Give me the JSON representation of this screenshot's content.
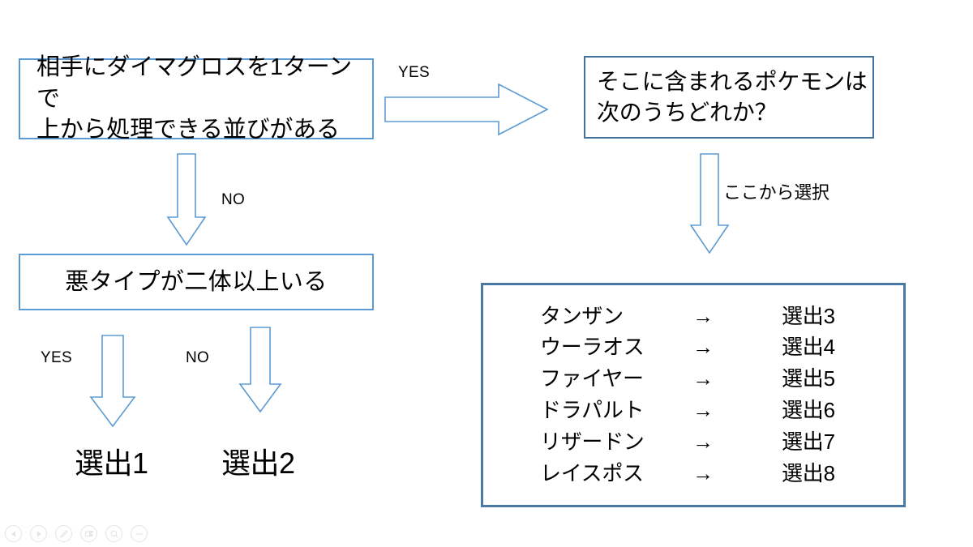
{
  "slide": {
    "background_color": "#FFFFFF",
    "accent_border_color": "#5B9BD5",
    "dark_border_color": "#41719C",
    "text_color": "#000000"
  },
  "nodes": {
    "condition_1": "相手にダイマグロスを1ターンで\n上から処理できる並びがある",
    "question": "そこに含まれるポケモンは\n次のうちどれか？",
    "condition_2": "悪タイプが二体以上いる"
  },
  "edge_labels": {
    "yes_top": "YES",
    "no_mid": "NO",
    "here_select": "ここから選択",
    "yes_bottom": "YES",
    "no_bottom": "NO"
  },
  "outcomes": {
    "outcome_1": "選出1",
    "outcome_2": "選出2"
  },
  "mapping": {
    "arrow_glyph": "→",
    "rows": [
      {
        "name": "タンザン",
        "arrow": "→",
        "result": "選出3"
      },
      {
        "name": "ウーラオス",
        "arrow": "→",
        "result": "選出4"
      },
      {
        "name": "ファイヤー",
        "arrow": "→",
        "result": "選出5"
      },
      {
        "name": "ドラパルト",
        "arrow": "→",
        "result": "選出6"
      },
      {
        "name": "リザードン",
        "arrow": "→",
        "result": "選出7"
      },
      {
        "name": "レイスポス",
        "arrow": "→",
        "result": "選出8"
      }
    ]
  },
  "toolbar": {
    "items": [
      {
        "name": "previous-slide-icon",
        "label": "previous"
      },
      {
        "name": "next-slide-icon",
        "label": "next"
      },
      {
        "name": "pen-icon",
        "label": "pen"
      },
      {
        "name": "slides-grid-icon",
        "label": "all slides"
      },
      {
        "name": "zoom-icon",
        "label": "zoom"
      },
      {
        "name": "more-options-icon",
        "label": "more"
      }
    ]
  }
}
